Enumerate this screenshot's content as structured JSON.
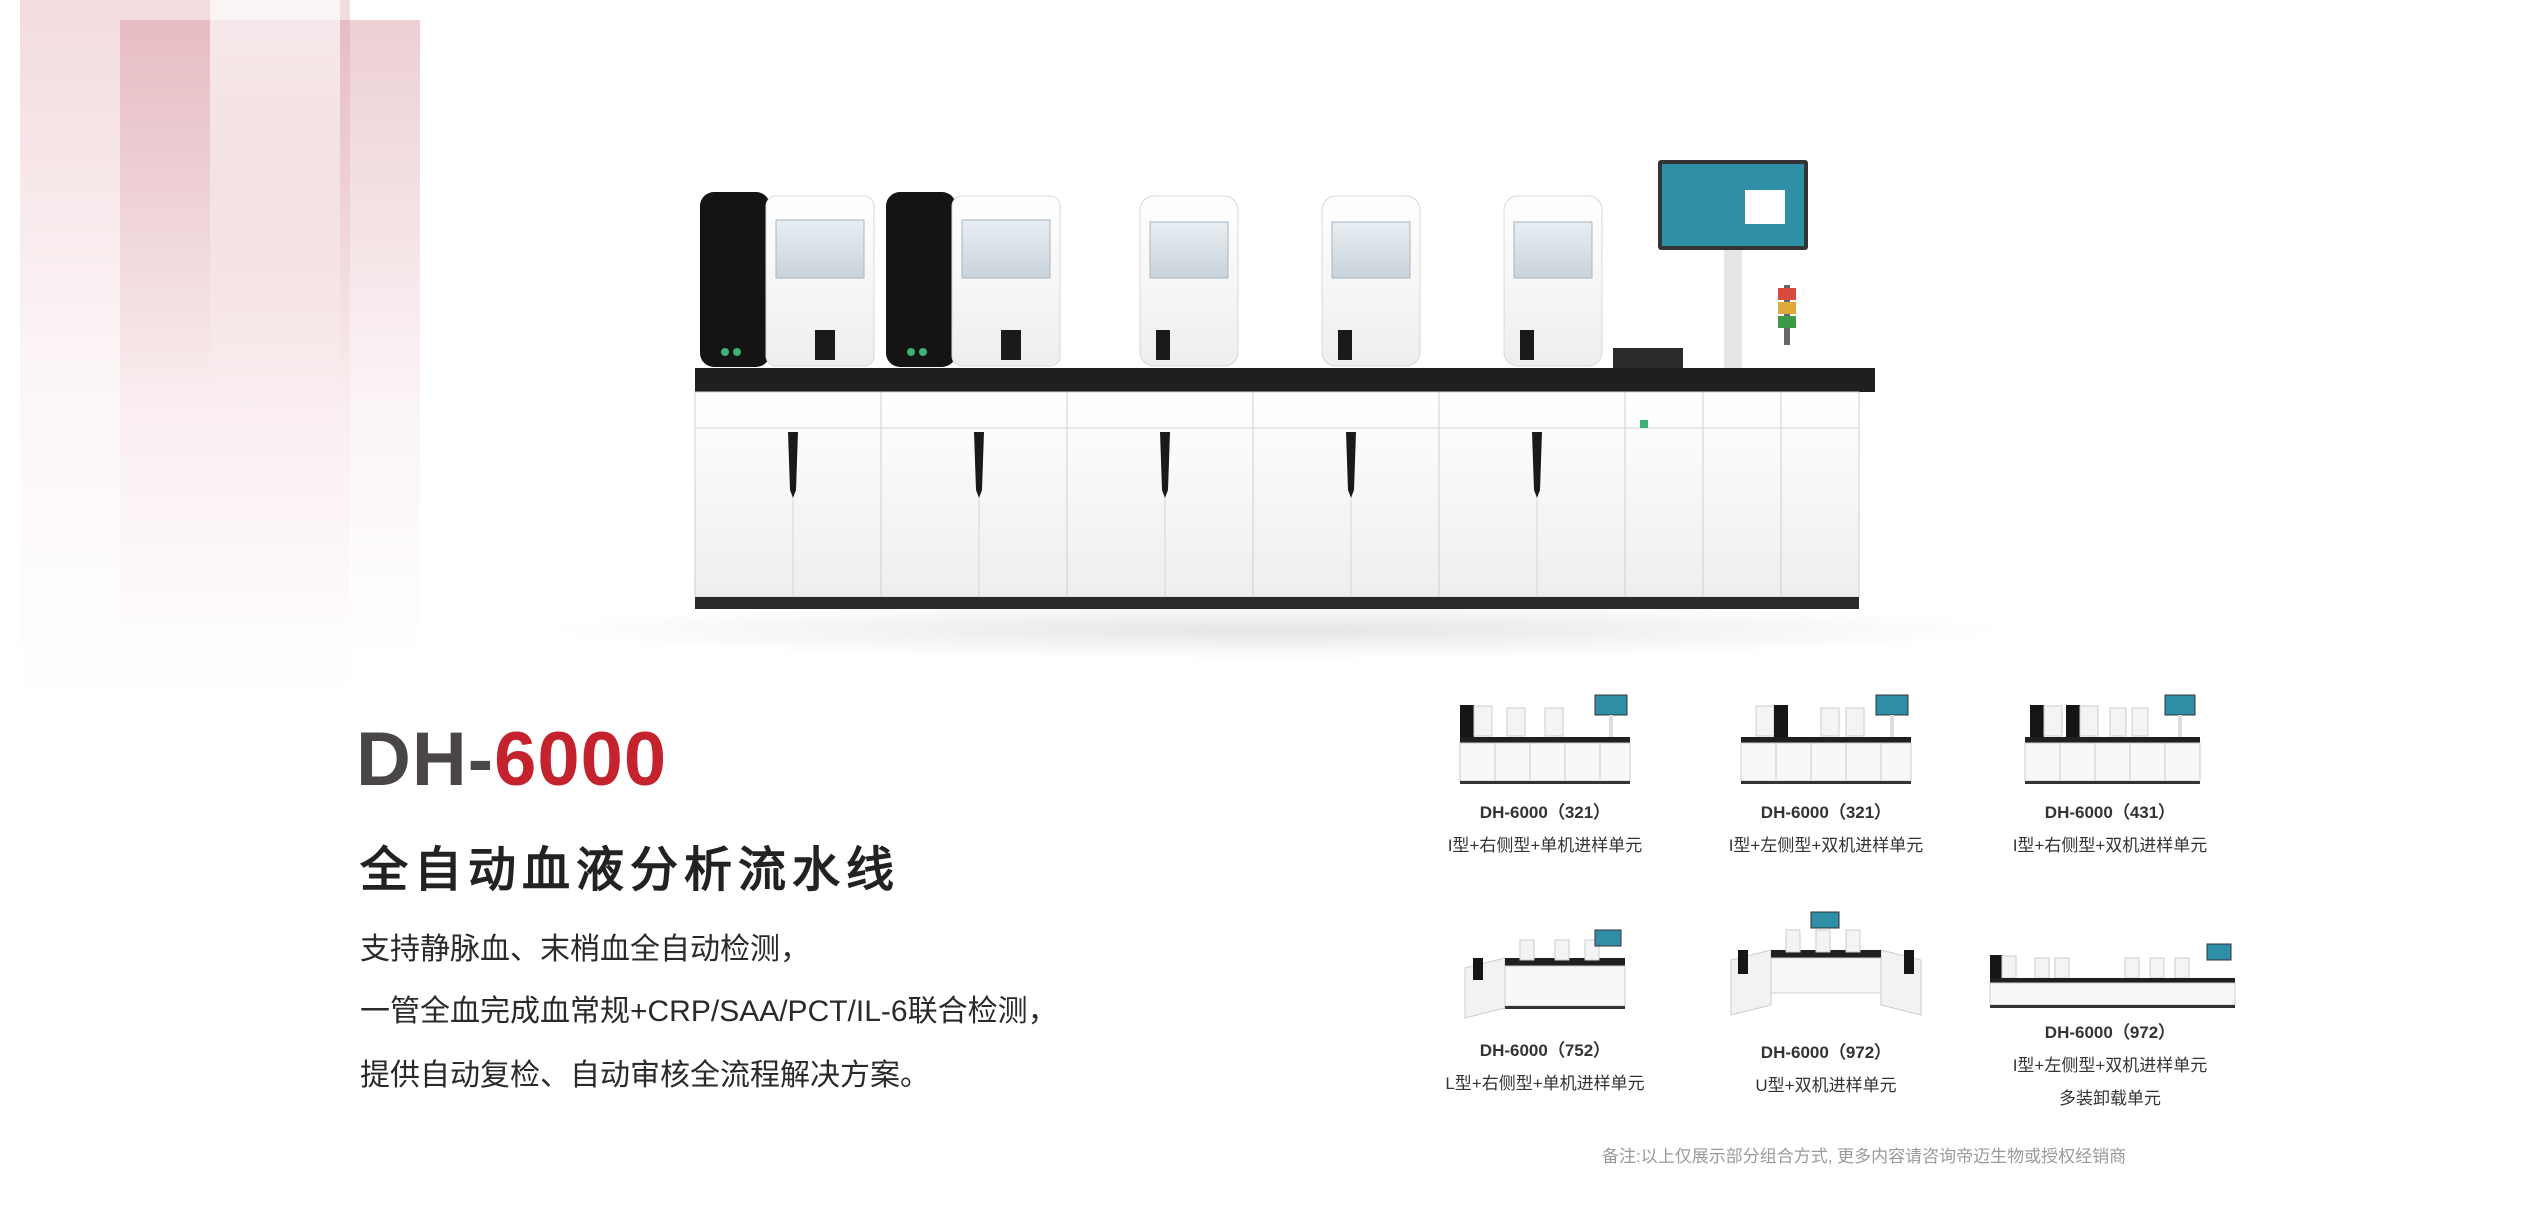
{
  "brand_colors": {
    "accent": "#c4222c",
    "model_gray": "#4a4647"
  },
  "headline": {
    "model_prefix": "DH-",
    "model_number": "6000",
    "subtitle": "全自动血液分析流水线"
  },
  "features": [
    "支持静脉血、末梢血全自动检测，",
    "一管全血完成血常规+CRP/SAA/PCT/IL-6联合检测，",
    "提供自动复检、自动审核全流程解决方案。"
  ],
  "variants": [
    {
      "title": "DH-6000（321）",
      "desc": [
        "I型+右侧型+单机进样单元"
      ]
    },
    {
      "title": "DH-6000（321）",
      "desc": [
        "I型+左侧型+双机进样单元"
      ]
    },
    {
      "title": "DH-6000（431）",
      "desc": [
        "I型+右侧型+双机进样单元"
      ]
    },
    {
      "title": "DH-6000（752）",
      "desc": [
        "L型+右侧型+单机进样单元"
      ]
    },
    {
      "title": "DH-6000（972）",
      "desc": [
        "U型+双机进样单元"
      ]
    },
    {
      "title": "DH-6000（972）",
      "desc": [
        "I型+左侧型+双机进样单元",
        "多装卸载单元"
      ]
    }
  ],
  "footnote": "备注:以上仅展示部分组合方式, 更多内容请咨询帝迈生物或授权经销商"
}
